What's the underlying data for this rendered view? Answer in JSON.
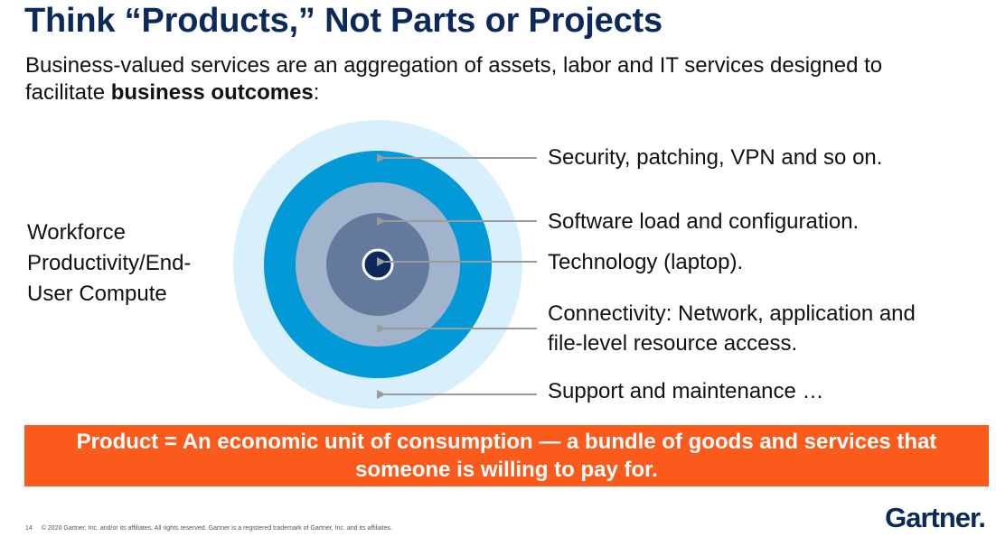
{
  "slide": {
    "title": "Think “Products,” Not Parts or Projects",
    "subtitle_prefix": "Business-valued services are an aggregation of assets, labor and IT services designed to facilitate ",
    "subtitle_bold": "business outcomes",
    "subtitle_suffix": ":",
    "left_label": "Workforce Productivity/End-User Compute",
    "callouts": [
      "Security, patching, VPN and so on.",
      "Software load and configuration.",
      "Technology (laptop).",
      "Connectivity: Network, application and file-level resource access.",
      "Support and maintenance …"
    ],
    "banner": "Product = An economic unit of consumption — a bundle of goods and services that someone is willing to pay for.",
    "footer": {
      "page_number": "14",
      "copyright": "© 2020 Gartner, Inc. and/or its affiliates. All rights reserved. Gartner is a registered trademark of Gartner, Inc. and its affiliates."
    },
    "logo": "Gartner."
  },
  "colors": {
    "title": "#0b2a5b",
    "ring_outer": "#d7f0fb",
    "ring_blue": "#0399d6",
    "ring_gray_light": "#a2b3cc",
    "ring_gray_dark": "#637a9c",
    "ring_core": "#0b2a5b",
    "banner": "#fa5a1b",
    "arrow": "#9b9b9b"
  }
}
